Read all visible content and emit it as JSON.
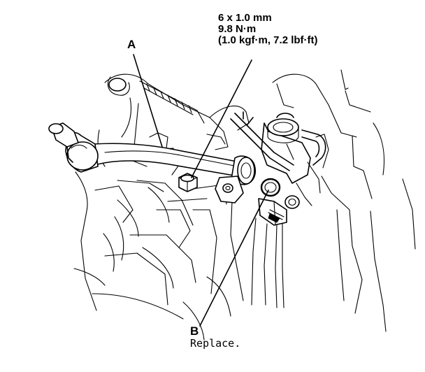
{
  "torque_spec": {
    "line1": "6 x 1.0 mm",
    "line2": "9.8 N·m",
    "line3": "(1.0 kgf·m, 7.2 lbf·ft)"
  },
  "callouts": {
    "a_label": "A",
    "b_label": "B",
    "b_note": "Replace."
  }
}
